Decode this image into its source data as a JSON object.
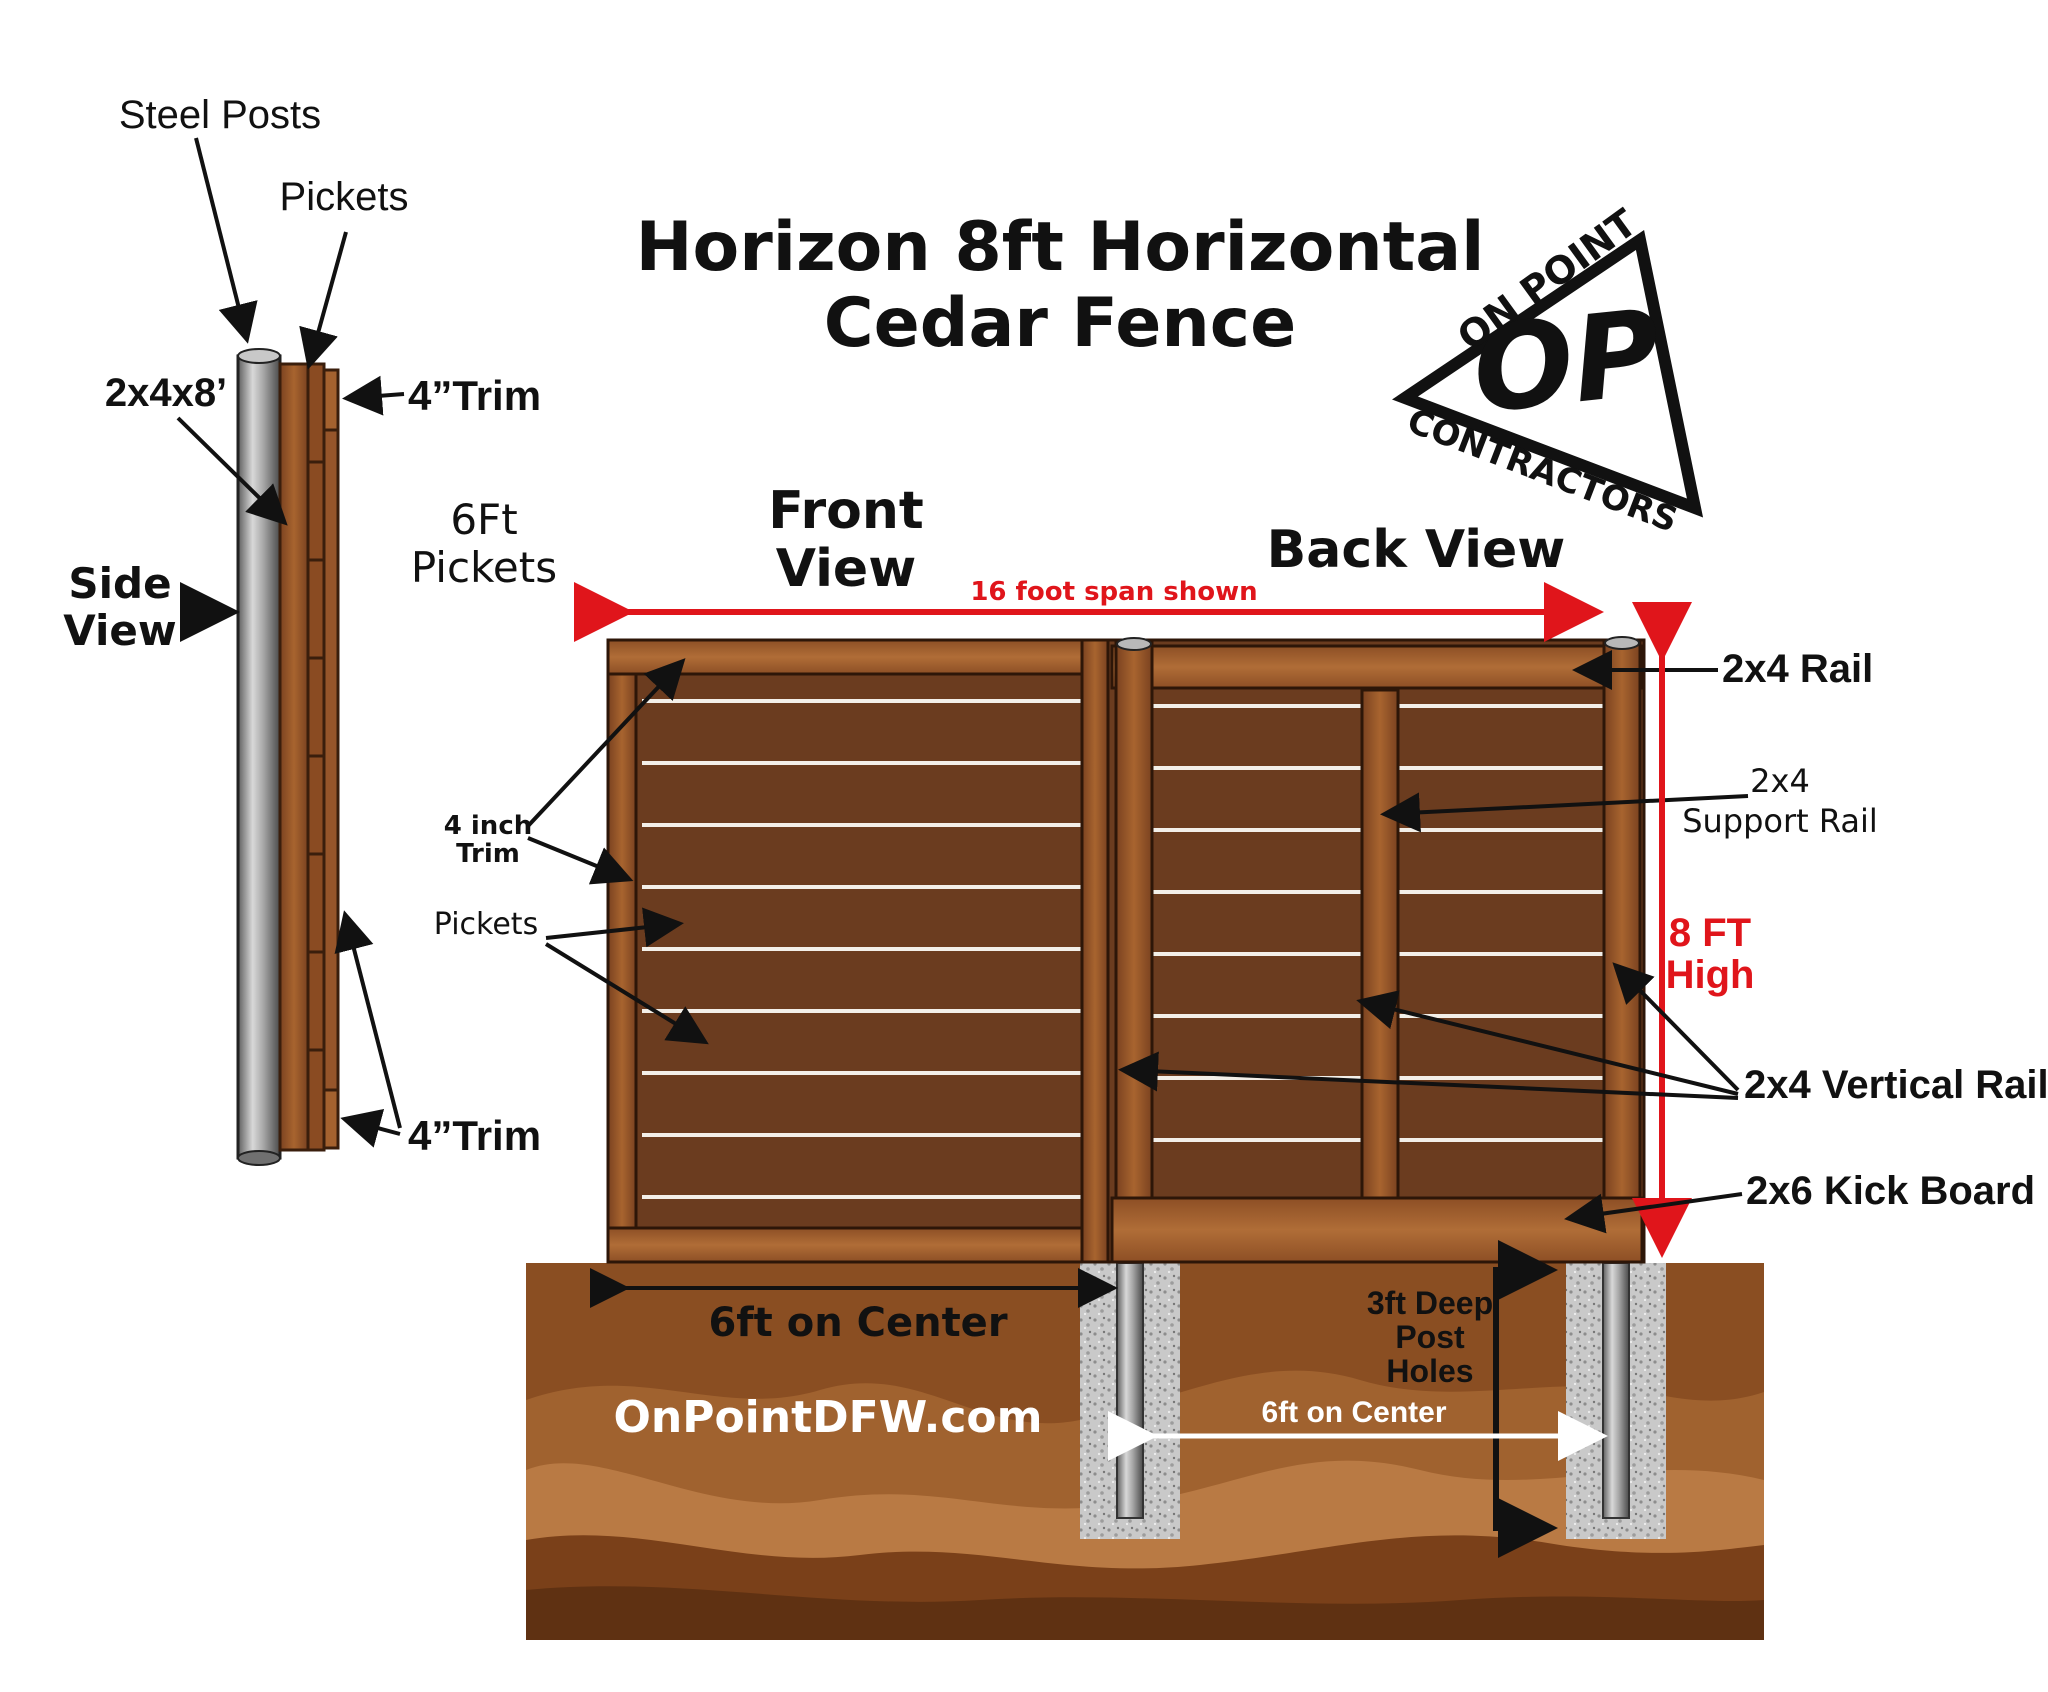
{
  "title": {
    "line1": "Horizon 8ft Horizontal",
    "line2": "Cedar Fence"
  },
  "logo": {
    "top_text": "ON POINT",
    "letters": "OP",
    "bottom_text": "CONTRACTORS"
  },
  "side_view": {
    "label_line1": "Side",
    "label_line2": "View",
    "steel_posts": "Steel Posts",
    "pickets": "Pickets",
    "rail_size": "2x4x8’",
    "trim_top": "4”Trim",
    "trim_bottom": "4”Trim",
    "pickets_height_line1": "6Ft",
    "pickets_height_line2": "Pickets"
  },
  "front_view": {
    "label_line1": "Front",
    "label_line2": "View",
    "trim_line1": "4 inch",
    "trim_line2": "Trim",
    "pickets": "Pickets"
  },
  "back_view": {
    "label": "Back View",
    "rail": "2x4 Rail",
    "support_rail_line1": "2x4",
    "support_rail_line2": "Support Rail",
    "height_line1": "8 FT",
    "height_line2": "High",
    "vertical_rail": "2x4 Vertical Rail",
    "kick_board": "2x6 Kick Board"
  },
  "dimensions": {
    "span": "16 foot span shown",
    "on_center_front": "6ft on Center",
    "on_center_back": "6ft on Center",
    "post_holes_line1": "3ft Deep",
    "post_holes_line2": "Post",
    "post_holes_line3": "Holes"
  },
  "website": "OnPointDFW.com",
  "colors": {
    "wood": "#6b3c1f",
    "wood_frame": "#9a5a2c",
    "soil": "#8a4e22",
    "dimension_red": "#e0151b",
    "steel": "#9a9a9a"
  }
}
